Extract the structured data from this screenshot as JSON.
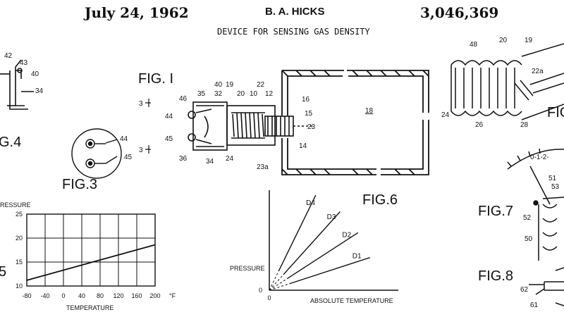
{
  "header": {
    "date": "July 24, 1962",
    "inventor": "B. A. HICKS",
    "patent_number": "3,046,369",
    "title": "DEVICE FOR SENSING GAS DENSITY"
  },
  "figures": {
    "fig1": "FIG. I",
    "fig3": "FIG.3",
    "fig4": "G.4",
    "fig5": "5",
    "fig6": "FIG.6",
    "fig7": "FIG.7",
    "fig8": "FIG.8",
    "fig2_partial": "FIG"
  },
  "fig1_refs": {
    "r46": "46",
    "r35": "35",
    "r40": "40",
    "r32": "32",
    "r19": "19",
    "r20": "20",
    "r10": "10",
    "r22": "22",
    "r12": "12",
    "r16": "16",
    "r18": "18",
    "r44": "44",
    "r45": "45",
    "r36": "36",
    "r34": "34",
    "r24": "24",
    "r23a": "23a",
    "r15": "15",
    "r23": "23",
    "r14": "14",
    "sec1": "3",
    "sec2": "3"
  },
  "fig3_refs": {
    "r44": "44",
    "r45": "45"
  },
  "fig4_refs": {
    "r42": "42",
    "r43": "43",
    "r40": "40",
    "r34": "34"
  },
  "fig2_refs": {
    "r48": "48",
    "r20": "20",
    "r19": "19",
    "r22a": "22a",
    "r24": "24",
    "r26": "26",
    "r28": "28"
  },
  "fig7_refs": {
    "r51": "51",
    "r53": "53",
    "r52": "52",
    "r50": "50",
    "dial": "0-1-2-"
  },
  "fig8_refs": {
    "r62": "62",
    "r61": "61"
  },
  "chart_data": [
    {
      "type": "line",
      "title": "",
      "xlabel": "TEMPERATURE",
      "ylabel": "PRESSURE",
      "x_unit": "°F",
      "x_ticks": [
        "-80",
        "-40",
        "0",
        "40",
        "80",
        "120",
        "160",
        "200"
      ],
      "y_ticks": [
        "10",
        "15",
        "20",
        "25"
      ],
      "xlim": [
        -80,
        200
      ],
      "ylim": [
        10,
        25
      ],
      "grid": true,
      "series": [
        {
          "style": "solid",
          "x": [
            -80,
            200
          ],
          "y": [
            11.2,
            18.6
          ]
        },
        {
          "style": "dashed",
          "x": [
            -80,
            200
          ],
          "y": [
            15,
            15
          ]
        }
      ]
    },
    {
      "type": "line",
      "title": "",
      "xlabel": "ABSOLUTE TEMPERATURE",
      "ylabel": "PRESSURE",
      "x_ticks": [
        "0"
      ],
      "y_ticks": [
        "0"
      ],
      "grid": false,
      "series": [
        {
          "name": "D4",
          "slope_deg": 64
        },
        {
          "name": "D3",
          "slope_deg": 48
        },
        {
          "name": "D2",
          "slope_deg": 33
        },
        {
          "name": "D1",
          "slope_deg": 18
        }
      ]
    }
  ]
}
